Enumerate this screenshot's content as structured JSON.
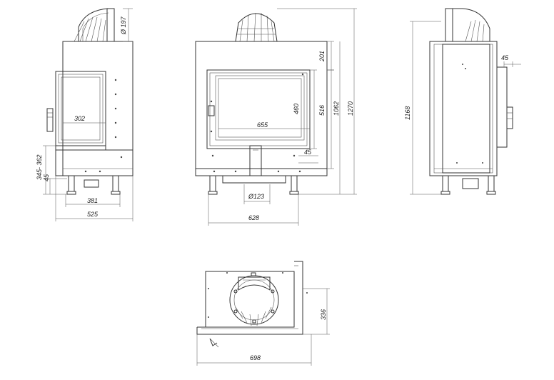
{
  "dimensions": {
    "side_left": {
      "flue_diameter": "Ø 197",
      "door_width": "302",
      "height_range": "345- 362",
      "base_height": "45",
      "leg_spacing": "381",
      "depth": "525"
    },
    "front": {
      "top_offset": "201",
      "door_height": "460",
      "door_window_height": "516",
      "total_height": "1062",
      "overall_height": "1270",
      "door_width": "655",
      "side_offset": "45",
      "air_inlet": "Ø123",
      "width": "628"
    },
    "side_right": {
      "side_offset": "45",
      "height": "1168"
    },
    "top": {
      "depth": "336",
      "width": "698"
    }
  }
}
